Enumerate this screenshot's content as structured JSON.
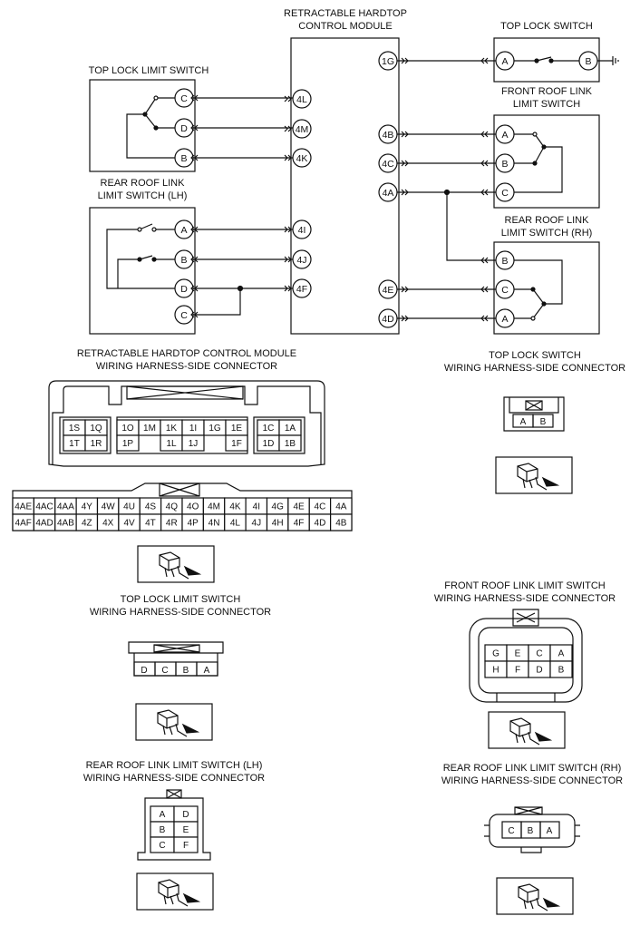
{
  "module": {
    "title_lines": [
      "RETRACTABLE HARDTOP",
      "CONTROL MODULE"
    ],
    "left_pins": [
      "4L",
      "4M",
      "4K",
      "4I",
      "4J",
      "4F"
    ],
    "right_pins": [
      "1G",
      "4B",
      "4C",
      "4A",
      "4E",
      "4D"
    ]
  },
  "switches": {
    "top_lock_limit": {
      "title_lines": [
        "TOP LOCK LIMIT SWITCH"
      ],
      "pins": [
        "C",
        "D",
        "B"
      ]
    },
    "rear_lh": {
      "title_lines": [
        "REAR ROOF LINK",
        "LIMIT SWITCH (LH)"
      ],
      "pins": [
        "A",
        "B",
        "D",
        "C"
      ]
    },
    "top_lock": {
      "title_lines": [
        "TOP LOCK SWITCH"
      ],
      "pins": [
        "A",
        "B"
      ]
    },
    "front_roof": {
      "title_lines": [
        "FRONT ROOF LINK",
        "LIMIT SWITCH"
      ],
      "pins": [
        "A",
        "B",
        "C"
      ]
    },
    "rear_rh": {
      "title_lines": [
        "REAR ROOF LINK",
        "LIMIT SWITCH (RH)"
      ],
      "pins": [
        "B",
        "C",
        "A"
      ]
    }
  },
  "connectors": {
    "module": {
      "title_lines": [
        "RETRACTABLE HARDTOP CONTROL MODULE",
        "WIRING HARNESS-SIDE CONNECTOR"
      ],
      "upper_left": [
        [
          "1S",
          "1Q"
        ],
        [
          "1T",
          "1R"
        ]
      ],
      "upper_mid_row1": [
        "1O",
        "1M",
        "1K",
        "1I",
        "1G",
        "1E"
      ],
      "upper_mid_row2": [
        "1P",
        "1L",
        "1J",
        "1F"
      ],
      "upper_right": [
        [
          "1C",
          "1A"
        ],
        [
          "1D",
          "1B"
        ]
      ],
      "lower_row1": [
        "4AE",
        "4AC",
        "4AA",
        "4Y",
        "4W",
        "4U",
        "4S",
        "4Q",
        "4O",
        "4M",
        "4K",
        "4I",
        "4G",
        "4E",
        "4C",
        "4A"
      ],
      "lower_row2": [
        "4AF",
        "4AD",
        "4AB",
        "4Z",
        "4X",
        "4V",
        "4T",
        "4R",
        "4P",
        "4N",
        "4L",
        "4J",
        "4H",
        "4F",
        "4D",
        "4B"
      ]
    },
    "top_lock": {
      "title_lines": [
        "TOP LOCK SWITCH",
        "WIRING HARNESS-SIDE CONNECTOR"
      ],
      "pins": [
        "A",
        "B"
      ]
    },
    "top_lock_limit": {
      "title_lines": [
        "TOP LOCK LIMIT SWITCH",
        "WIRING HARNESS-SIDE CONNECTOR"
      ],
      "pins": [
        "D",
        "C",
        "B",
        "A"
      ]
    },
    "front_roof": {
      "title_lines": [
        "FRONT ROOF LINK LIMIT SWITCH",
        "WIRING HARNESS-SIDE CONNECTOR"
      ],
      "row1": [
        "G",
        "E",
        "C",
        "A"
      ],
      "row2": [
        "H",
        "F",
        "D",
        "B"
      ]
    },
    "rear_lh": {
      "title_lines": [
        "REAR ROOF LINK LIMIT SWITCH (LH)",
        "WIRING HARNESS-SIDE CONNECTOR"
      ],
      "grid": [
        [
          "A",
          "D"
        ],
        [
          "B",
          "E"
        ],
        [
          "C",
          "F"
        ]
      ]
    },
    "rear_rh": {
      "title_lines": [
        "REAR ROOF LINK LIMIT SWITCH (RH)",
        "WIRING HARNESS-SIDE CONNECTOR"
      ],
      "pins": [
        "C",
        "B",
        "A"
      ]
    }
  },
  "icons": [
    "connector-view-icon"
  ]
}
